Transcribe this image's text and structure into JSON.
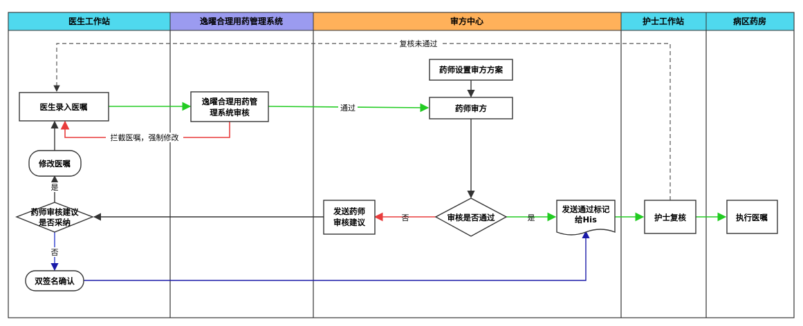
{
  "colors": {
    "lane_doctor": "#4fd9ee",
    "lane_system": "#9b9bf0",
    "lane_review": "#ffb15a",
    "lane_nurse": "#4fd9ee",
    "lane_ward": "#4fd9ee",
    "arrow_green": "#22cc22",
    "arrow_red": "#e83c3c",
    "arrow_blue": "#1a1aa8",
    "arrow_dark": "#333333",
    "arrow_dashed": "#555555"
  },
  "lanes": {
    "doctor": "医生工作站",
    "system": "逸曜合理用药管理系统",
    "review": "审方中心",
    "nurse": "护士工作站",
    "ward": "病区药房"
  },
  "nodes": {
    "doctor_entry": "医生录入医嘱",
    "system_review_1": "逸曜合理用药管",
    "system_review_2": "理系统审核",
    "set_plan": "药师设置审方方案",
    "pharm_review": "药师审方",
    "modify": "修改医嘱",
    "adopt_q_1": "药师审核建议",
    "adopt_q_2": "是否采纳",
    "double_sign": "双签名确认",
    "send_advice_1": "发送药师",
    "send_advice_2": "审核建议",
    "pass_q": "审核是否通过",
    "send_mark_1": "发送通过标记",
    "send_mark_2": "给His",
    "nurse_check": "护士复核",
    "execute": "执行医嘱"
  },
  "edges": {
    "recheck_fail": "复核未通过",
    "intercept": "拦截医嘱，强制修改",
    "pass": "通过",
    "yes_1": "是",
    "no_1": "否",
    "no_2": "否",
    "yes_2": "是"
  }
}
